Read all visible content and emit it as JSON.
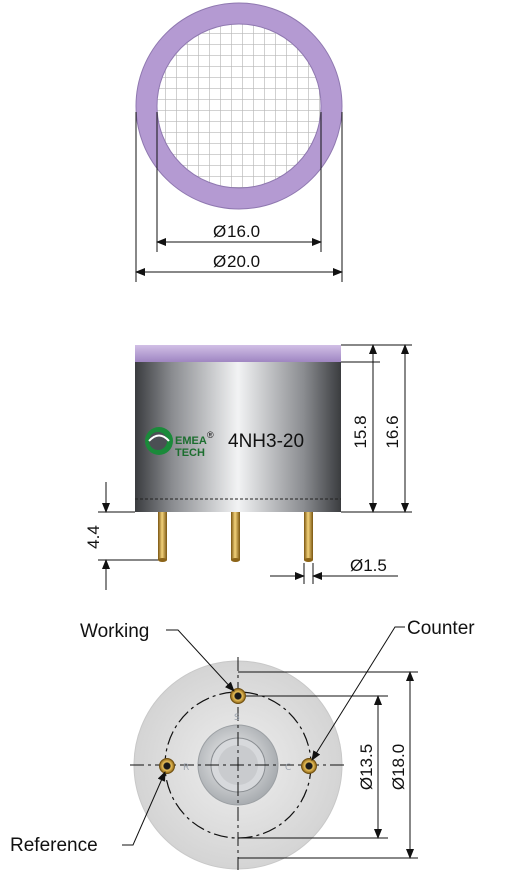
{
  "top_view": {
    "inner_diameter": "16.0",
    "outer_diameter": "20.0",
    "diameter_symbol": "Ø"
  },
  "side_view": {
    "logo_text_1": "EMEA",
    "logo_text_2": "TECH",
    "registered_mark": "®",
    "model": "4NH3-20",
    "body_height": "15.8",
    "total_height": "16.6",
    "pin_length": "4.4",
    "pin_diameter": "Ø1.5"
  },
  "bottom_view": {
    "working_label": "Working",
    "counter_label": "Counter",
    "reference_label": "Reference",
    "pin_circle_diameter": "Ø13.5",
    "base_diameter": "Ø18.0",
    "pin_s": "S",
    "pin_r": "R",
    "pin_c": "C"
  },
  "colors": {
    "cap_purple": "#b49ad2",
    "pin_gold": "#c89a2e",
    "body_grey": "#b7b9bc"
  }
}
